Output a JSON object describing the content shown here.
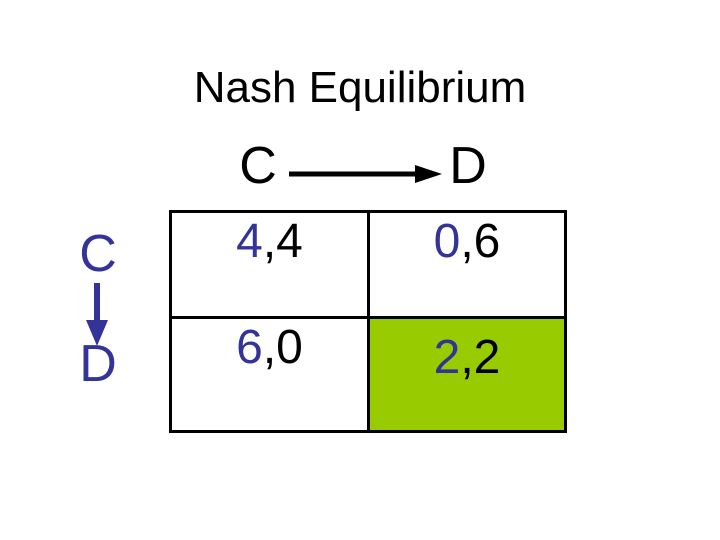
{
  "slide_title": "Nash Equilibrium",
  "colors": {
    "background": "#FFFFFF",
    "text": "#000000",
    "payoff_first_number": "#333399",
    "row_label": "#333399",
    "equilibrium_highlight": "#99CC00",
    "column_arrow": "#000000",
    "row_arrow": "#333399",
    "grid_border": "#000000"
  },
  "icons": {
    "column_transition": "right-arrow",
    "row_transition": "down-arrow"
  },
  "game_matrix": {
    "column_strategies": [
      "C",
      "D"
    ],
    "row_strategies": [
      "C",
      "D"
    ],
    "cells": [
      {
        "row": "C",
        "col": "C",
        "first": "4",
        "rest": ",4",
        "highlighted": false
      },
      {
        "row": "C",
        "col": "D",
        "first": "0",
        "rest": ",6",
        "highlighted": false
      },
      {
        "row": "D",
        "col": "C",
        "first": "6",
        "rest": ",0",
        "highlighted": false
      },
      {
        "row": "D",
        "col": "D",
        "first": "2",
        "rest": ",2",
        "highlighted": true
      }
    ]
  }
}
